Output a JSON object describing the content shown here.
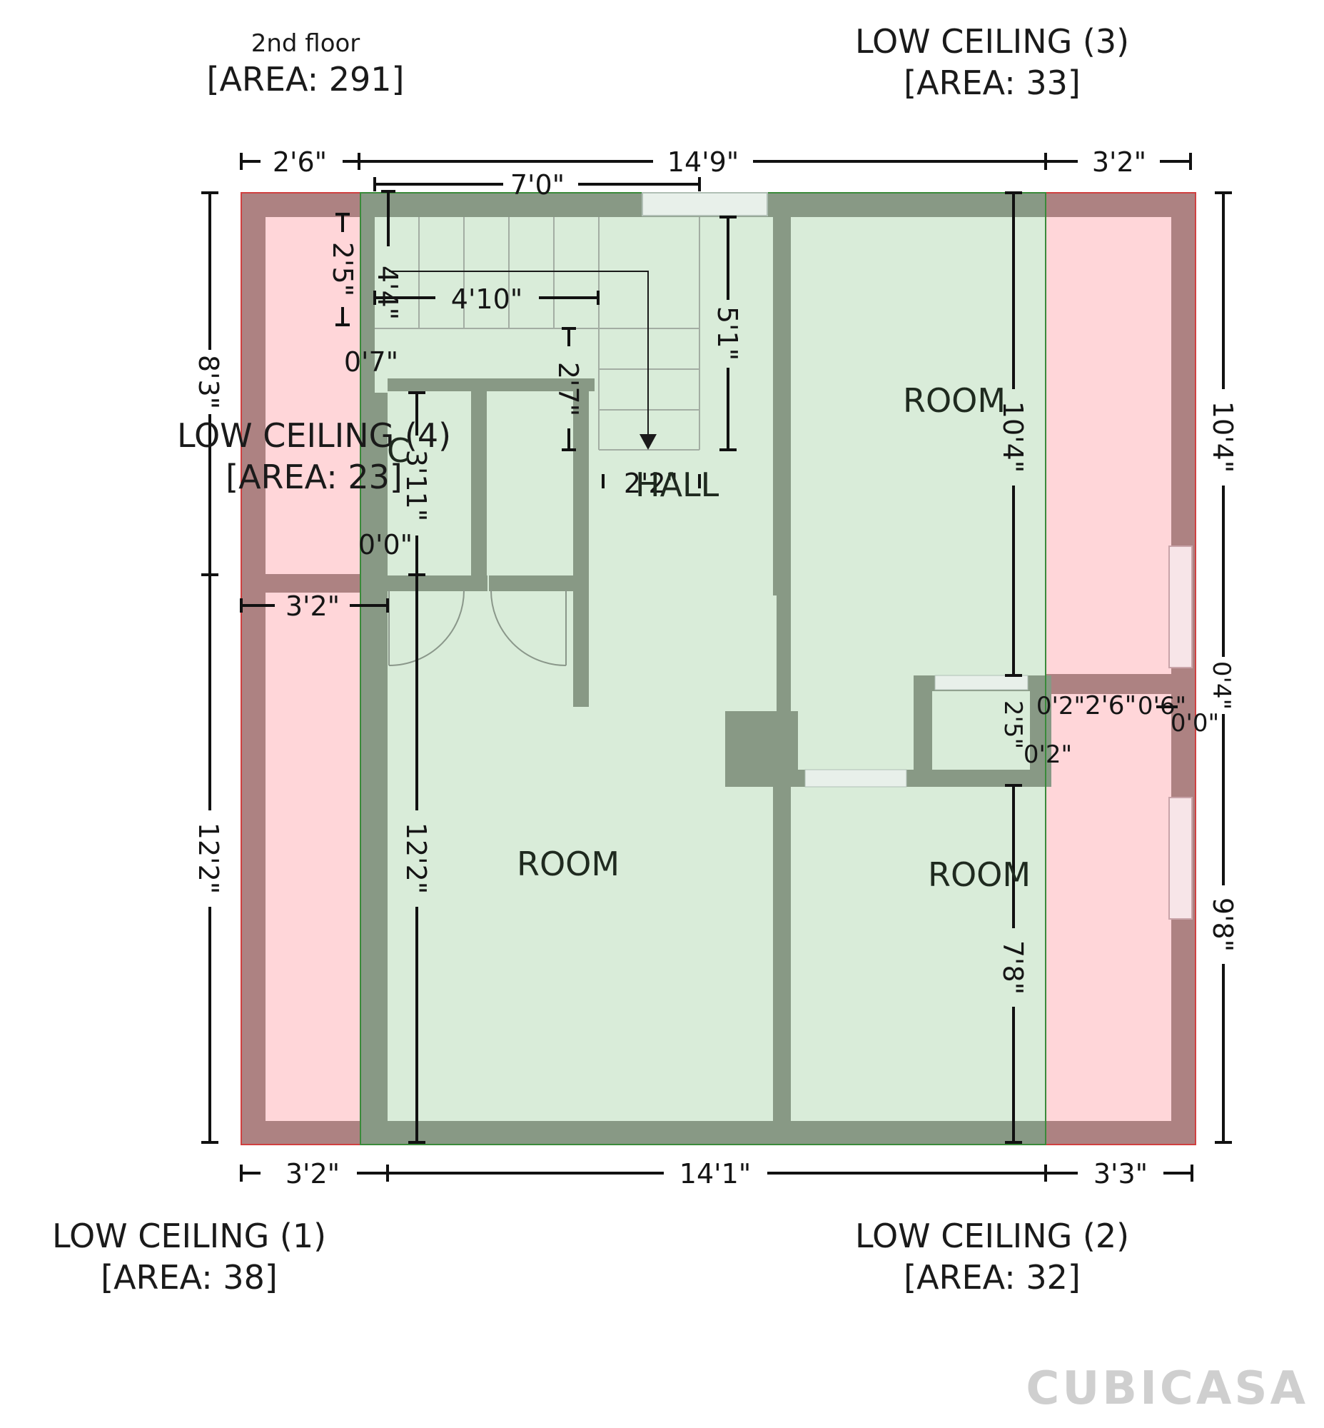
{
  "floor": {
    "title": "2nd floor",
    "area": "[AREA: 291]"
  },
  "low_ceilings": [
    {
      "label": "LOW CEILING (1)",
      "area": "[AREA: 38]"
    },
    {
      "label": "LOW CEILING (2)",
      "area": "[AREA: 32]"
    },
    {
      "label": "LOW CEILING (3)",
      "area": "[AREA: 33]"
    },
    {
      "label": "LOW CEILING (4)",
      "area": "[AREA: 23]"
    }
  ],
  "rooms": {
    "hall": "HALL",
    "room_top_right": "ROOM",
    "room_bottom_left": "ROOM",
    "room_bottom_right": "ROOM",
    "closet_marker": "C"
  },
  "dimensions": {
    "top_left": "2'6\"",
    "top_mid": "14'9\"",
    "top_right": "3'2\"",
    "stair_width": "7'0\"",
    "left_upper": "8'3\"",
    "left_lower": "12'2\"",
    "right_upper": "10'4\"",
    "right_lower": "9'8\"",
    "bottom_left": "3'2\"",
    "bottom_mid": "14'1\"",
    "bottom_right": "3'3\"",
    "stair_upper_left": "2'5\"",
    "stair_inner": "4'4\"",
    "stair_run": "4'10\"",
    "stair_side": "5'1\"",
    "nook_depth": "0'7\"",
    "closet_height": "3'11\"",
    "closet_gap": "0'0\"",
    "hall_step": "2'7\"",
    "hall_small": "2'2\"",
    "lc4_width": "3'2\"",
    "inner_left_lower": "12'2\"",
    "room_tr_height": "10'4\"",
    "room_br_height": "7'8\"",
    "closet_right_height": "2'5\"",
    "wall_a": "0'2\"",
    "wall_b": "0'2\"",
    "lc2_width": "2'6\"",
    "lc2_right": "0'6\"",
    "lc2_zero": "0'0\"",
    "lc2_tick": "0'4\""
  },
  "brand": {
    "watermark": "CUBICASA"
  },
  "colors": {
    "room_fill": "#d9ecd9",
    "wall": "#889985",
    "low_ceiling_fill": "#ffd6d9",
    "low_ceiling_wall": "#ad8282",
    "dimension": "#111111",
    "window": "#e8f0ea",
    "room_outline": "#3a8a3a",
    "low_ceiling_outline": "#d04040"
  }
}
